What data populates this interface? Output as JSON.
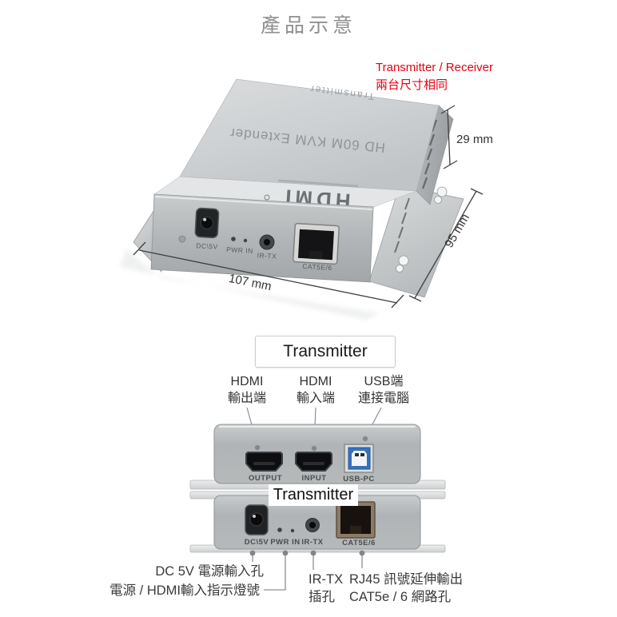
{
  "accent_red": "#e60012",
  "title": "產品示意",
  "note": {
    "line1": "Transmitter / Receiver",
    "line2": "兩台尺寸相同"
  },
  "device3d": {
    "top_label": "Transmitter",
    "model": "HD 60M KVM Extender",
    "logo": "HDMI",
    "dims": {
      "height": "29 mm",
      "depth": "95 mm",
      "width": "107 mm"
    },
    "ports": {
      "dc": "DC\\5V",
      "pwr": "PWR IN",
      "ir": "IR-TX",
      "rj45": "CAT5E/6"
    }
  },
  "front_panel": {
    "section_label": "Transmitter",
    "callouts": [
      {
        "line1": "HDMI",
        "line2": "輸出端"
      },
      {
        "line1": "HDMI",
        "line2": "輸入端"
      },
      {
        "line1": "USB端",
        "line2": "連接電腦"
      }
    ],
    "ports": {
      "output": "OUTPUT",
      "input": "INPUT",
      "usb": "USB-PC"
    }
  },
  "rear_panel": {
    "section_label": "Transmitter",
    "ports": {
      "dc": "DC\\5V",
      "pwr": "PWR IN",
      "ir": "IR-TX",
      "rj45": "CAT5E/6"
    },
    "callouts": {
      "dc": "DC 5V 電源輸入孔",
      "pwr": "電源 / HDMI輸入指示燈號",
      "ir_line1": "IR-TX",
      "ir_line2": "插孔",
      "rj_line1": "RJ45 訊號延伸輸出",
      "rj_line2": "CAT5e / 6 網路孔"
    }
  }
}
